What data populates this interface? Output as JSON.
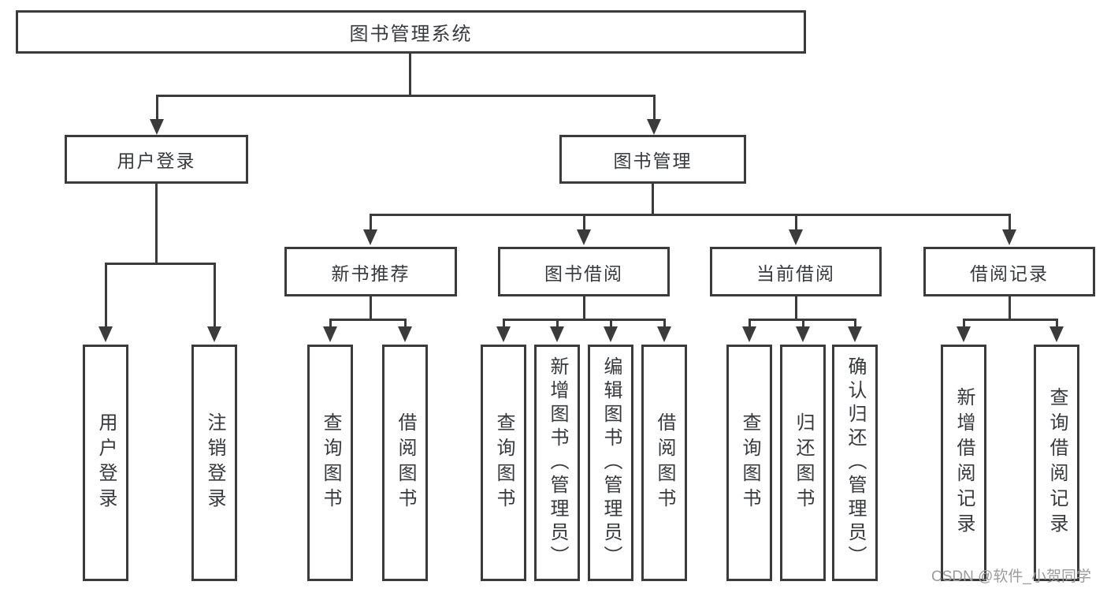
{
  "tree": {
    "label": "图书管理系统",
    "children": [
      {
        "label": "用户登录",
        "children": [
          {
            "label": "用户登录"
          },
          {
            "label": "注销登录"
          }
        ]
      },
      {
        "label": "图书管理",
        "children": [
          {
            "label": "新书推荐",
            "children": [
              {
                "label": "查询图书"
              },
              {
                "label": "借阅图书"
              }
            ]
          },
          {
            "label": "图书借阅",
            "children": [
              {
                "label": "查询图书"
              },
              {
                "label": "新增图书（管理员）"
              },
              {
                "label": "编辑图书（管理员）"
              },
              {
                "label": "借阅图书"
              }
            ]
          },
          {
            "label": "当前借阅",
            "children": [
              {
                "label": "查询图书"
              },
              {
                "label": "归还图书"
              },
              {
                "label": "确认归还（管理员）"
              }
            ]
          },
          {
            "label": "借阅记录",
            "children": [
              {
                "label": "新增借阅记录"
              },
              {
                "label": "查询借阅记录"
              }
            ]
          }
        ]
      }
    ]
  },
  "watermark": {
    "text": "CSDN @软件_小贺同学"
  },
  "colors": {
    "line": "#3b3b3b",
    "box_border": "#3b3b3b",
    "box_background": "#ffffff",
    "text": "#37393c",
    "watermark": "#9b9b9b",
    "page_background": "#ffffff"
  }
}
